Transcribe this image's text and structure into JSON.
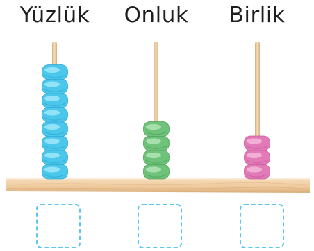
{
  "columns": [
    {
      "label": "Yüzlük",
      "bead_count": 8,
      "bead_color": "#4cc7ec",
      "bead_highlight": "#a9ecfb",
      "bead_shadow": "#2fa8d3"
    },
    {
      "label": "Onluk",
      "bead_count": 4,
      "bead_color": "#6fc27a",
      "bead_highlight": "#b9e8bf",
      "bead_shadow": "#4ea35a"
    },
    {
      "label": "Birlik",
      "bead_count": 3,
      "bead_color": "#e27ab8",
      "bead_highlight": "#f6c1e0",
      "bead_shadow": "#c85b9c"
    }
  ],
  "colors": {
    "rod": "#e6c49a",
    "base": "#f0cfa5",
    "base_edge": "#dcb383",
    "answer_box_border": "#5cc6f0"
  }
}
